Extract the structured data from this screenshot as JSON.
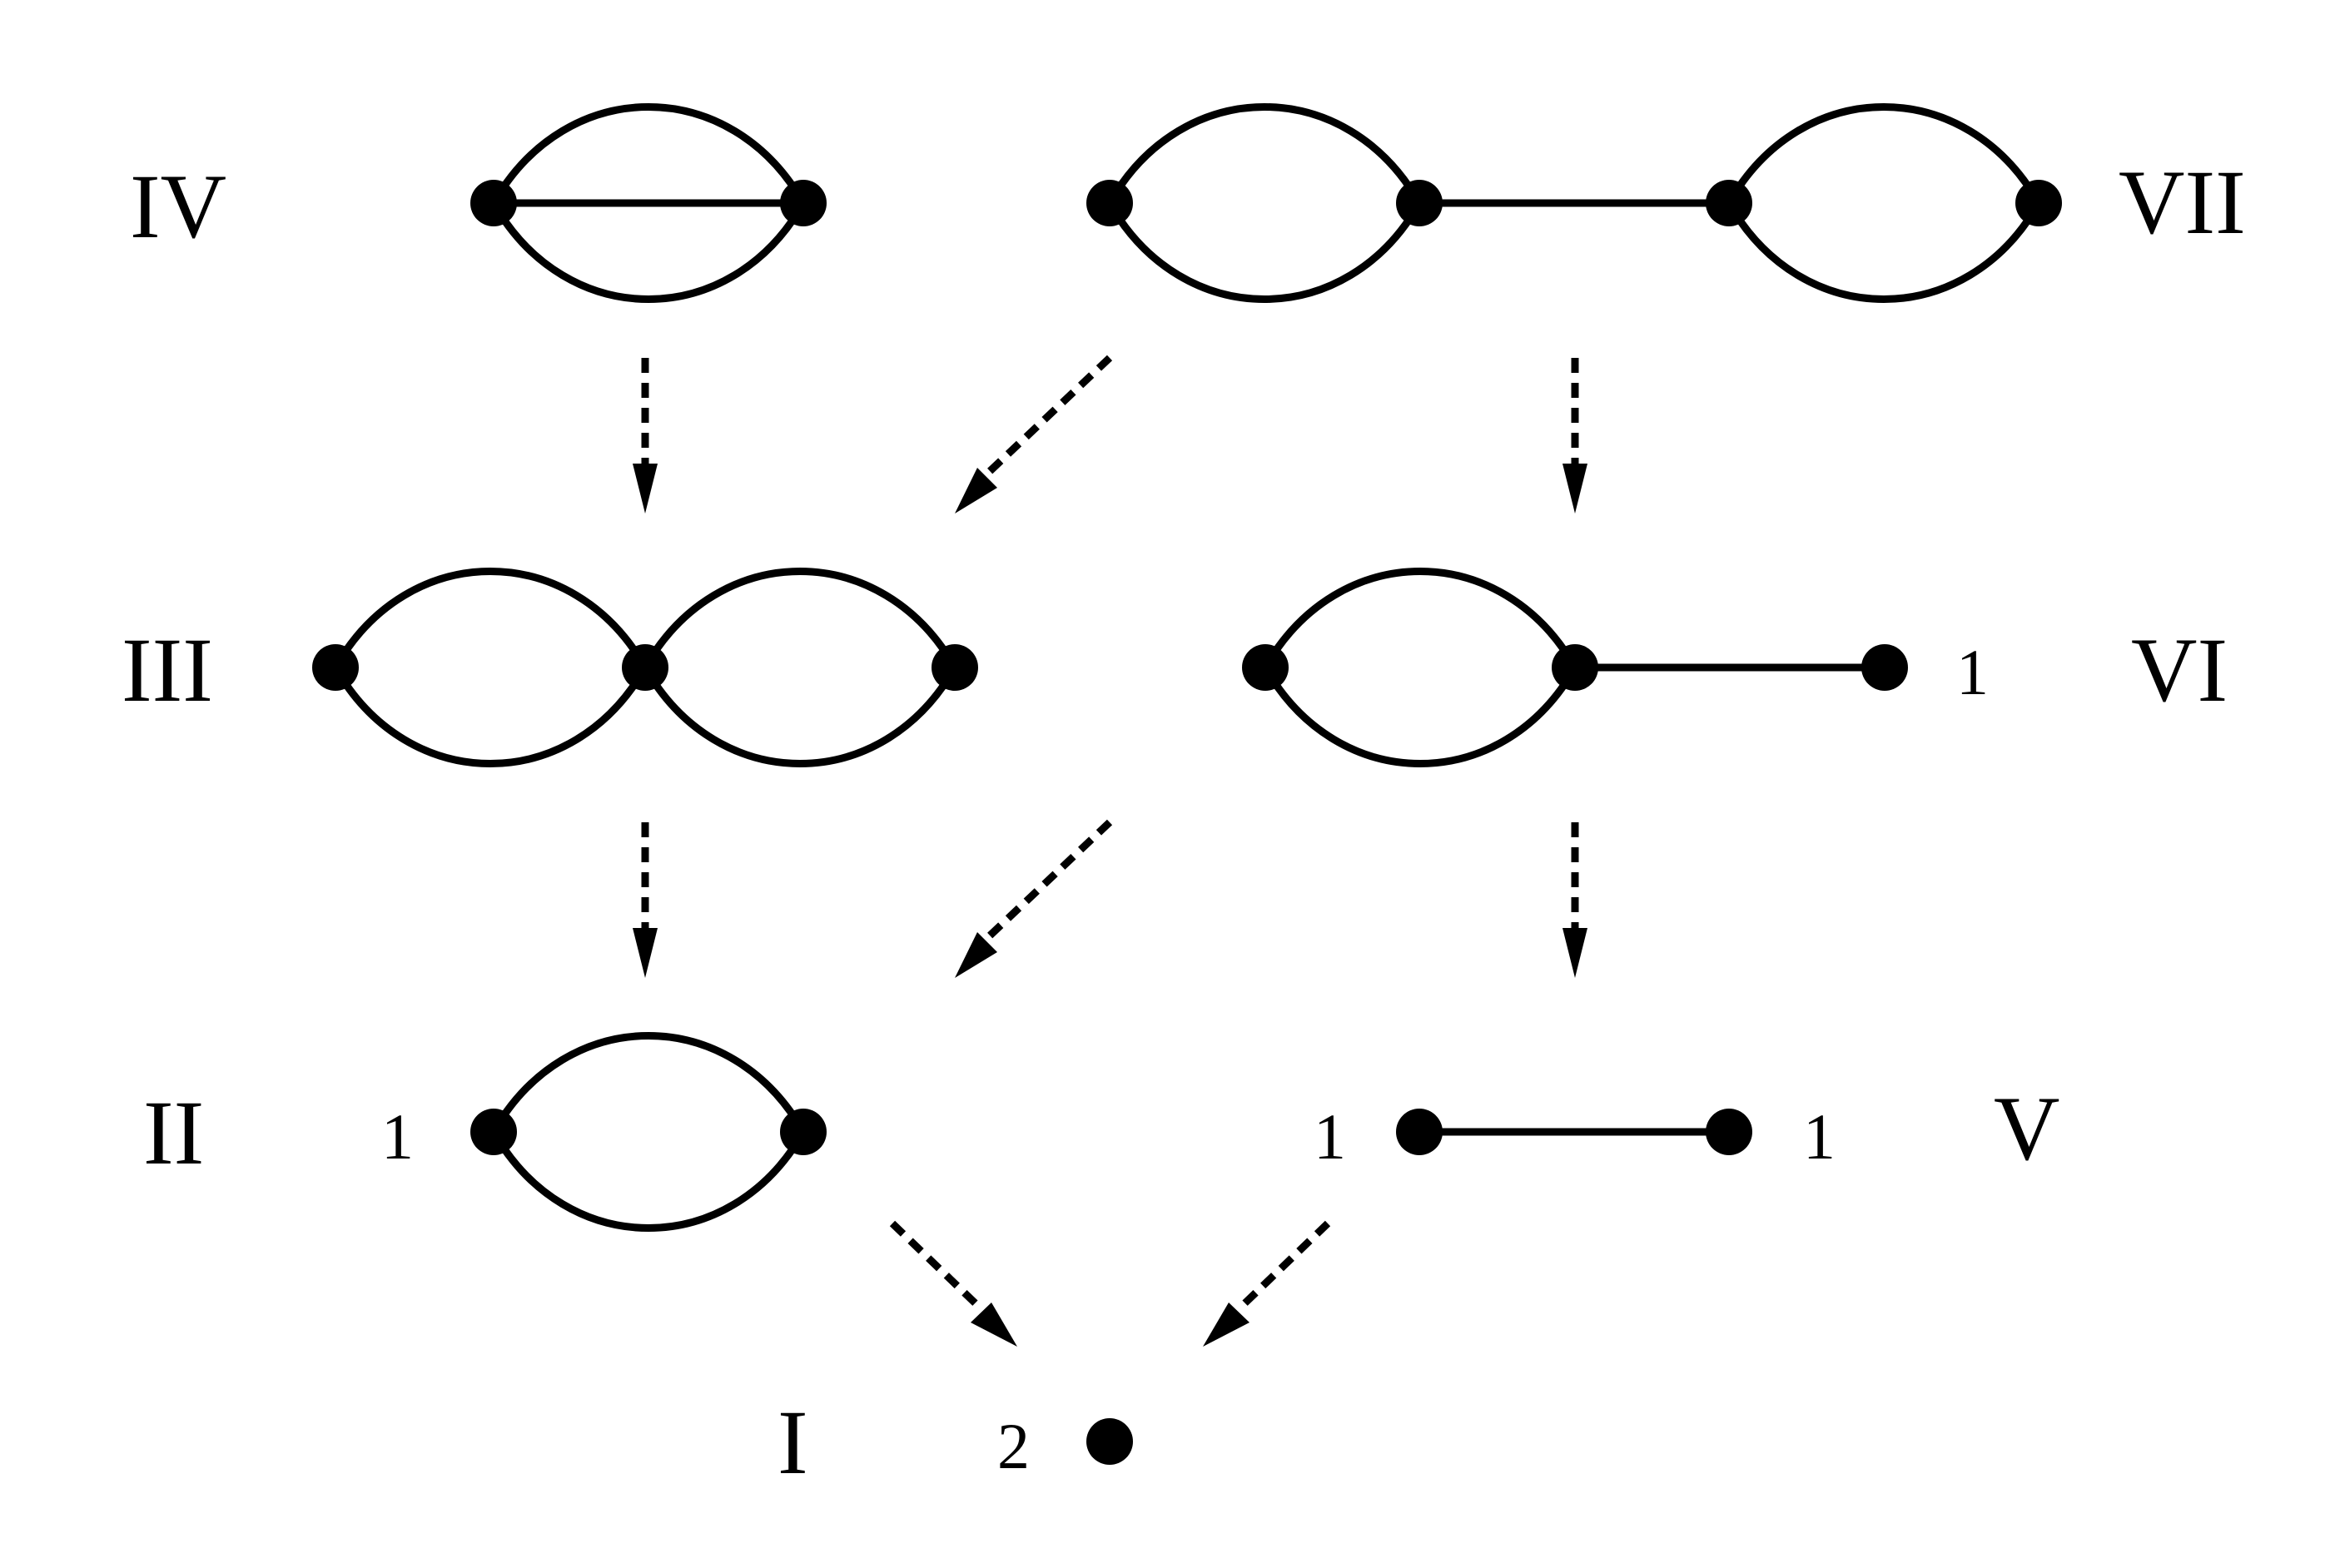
{
  "colors": {
    "ink": "#000000",
    "background": "#ffffff"
  },
  "diagram_labels": {
    "I": "I",
    "II": "II",
    "III": "III",
    "IV": "IV",
    "V": "V",
    "VI": "VI",
    "VII": "VII"
  },
  "vertex_weights": {
    "II_left": "1",
    "V_left": "1",
    "V_right": "1",
    "VI_end": "1",
    "I_point": "2"
  },
  "arrow_style": "dashed"
}
